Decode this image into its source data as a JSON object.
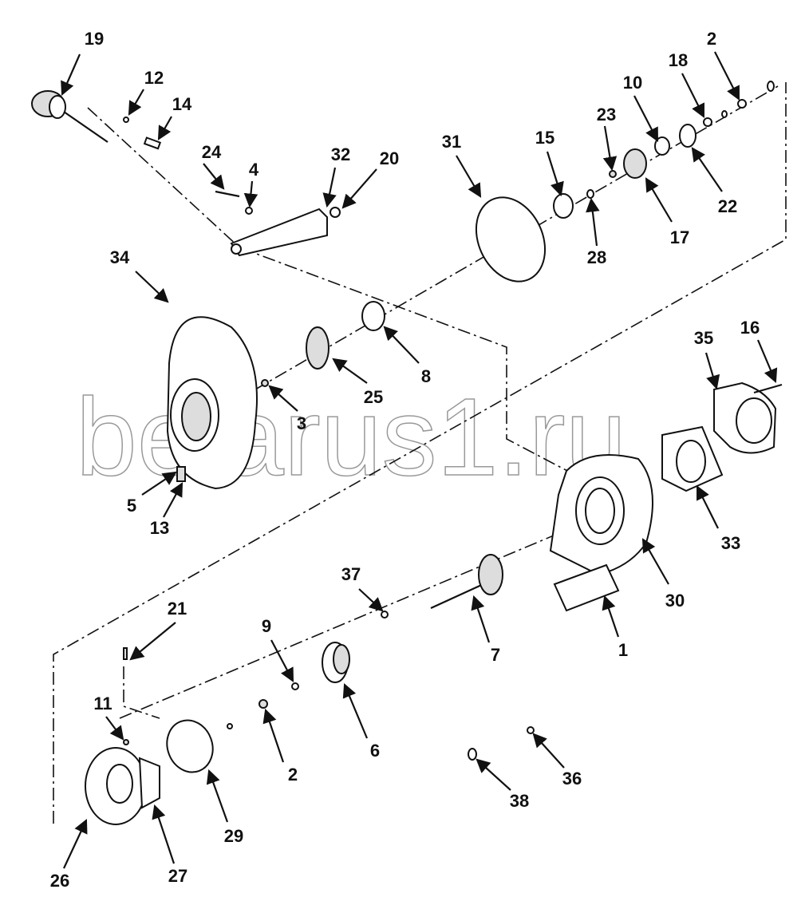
{
  "watermark": "belarus1.ru",
  "callouts": [
    "19",
    "12",
    "14",
    "24",
    "4",
    "32",
    "20",
    "31",
    "15",
    "23",
    "10",
    "18",
    "2",
    "22",
    "17",
    "28",
    "34",
    "8",
    "25",
    "3",
    "35",
    "16",
    "33",
    "30",
    "1",
    "7",
    "37",
    "21",
    "9",
    "11",
    "2",
    "6",
    "36",
    "38",
    "29",
    "26",
    "27",
    "5",
    "13"
  ]
}
